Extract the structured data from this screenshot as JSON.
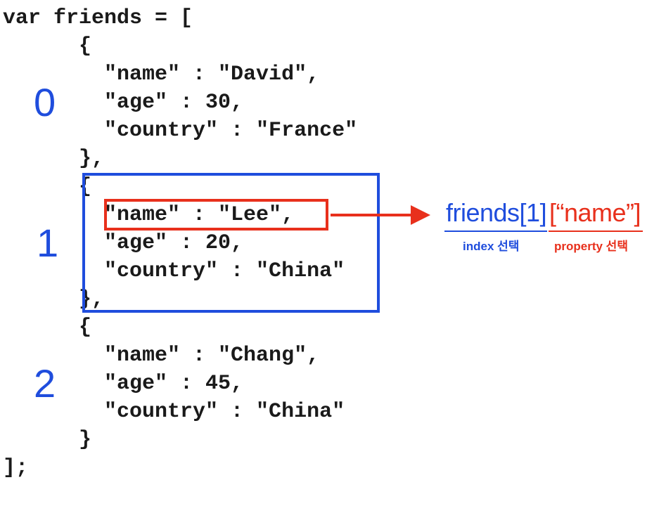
{
  "code_lines": [
    "var friends = [",
    "      {",
    "        \"name\" : \"David\",",
    "        \"age\" : 30,",
    "        \"country\" : \"France\"",
    "      },",
    "      {",
    "        \"name\" : \"Lee\",",
    "        \"age\" : 20,",
    "        \"country\" : \"China\"",
    "      },",
    "      {",
    "        \"name\" : \"Chang\",",
    "        \"age\" : 45,",
    "        \"country\" : \"China\"",
    "      }",
    "];"
  ],
  "index_labels": [
    "0",
    "1",
    "2"
  ],
  "expression": {
    "index_part": "friends[1]",
    "property_part": "[“name”]"
  },
  "captions": {
    "index": "index 선택",
    "property": "property 선택"
  },
  "colors": {
    "index_blue": "#1f4ddd",
    "property_red": "#e8301c",
    "code_text": "#1a1a1a"
  }
}
